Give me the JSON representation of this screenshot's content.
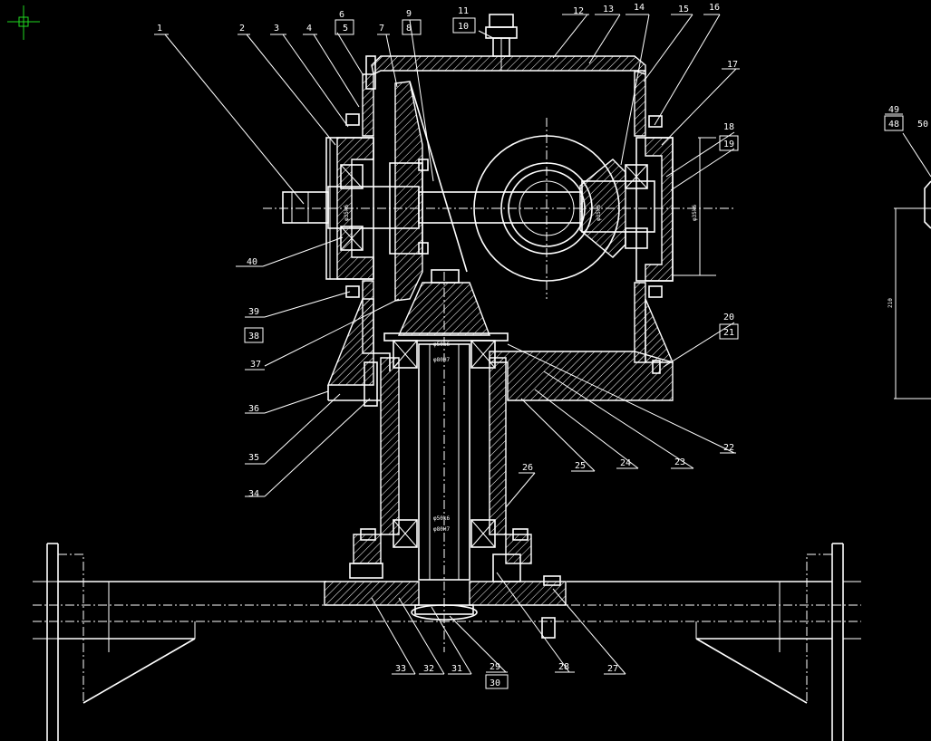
{
  "drawing": {
    "background": "#000000",
    "line_color": "#ffffff",
    "cursor_color": "#1fd81f",
    "part_labels": [
      "1",
      "2",
      "3",
      "4",
      "5",
      "6",
      "7",
      "8",
      "9",
      "10",
      "11",
      "12",
      "13",
      "14",
      "15",
      "16",
      "17",
      "18",
      "19",
      "20",
      "21",
      "22",
      "23",
      "24",
      "25",
      "26",
      "27",
      "28",
      "29",
      "30",
      "31",
      "32",
      "33",
      "34",
      "35",
      "36",
      "37",
      "38",
      "39",
      "40",
      "48",
      "49",
      "50"
    ],
    "dim_texts": [
      "φ35k6",
      "φ35k6",
      "φ50k6",
      "φ80H7",
      "φ50k6",
      "φ80H7",
      "φ35k6",
      "210"
    ]
  }
}
